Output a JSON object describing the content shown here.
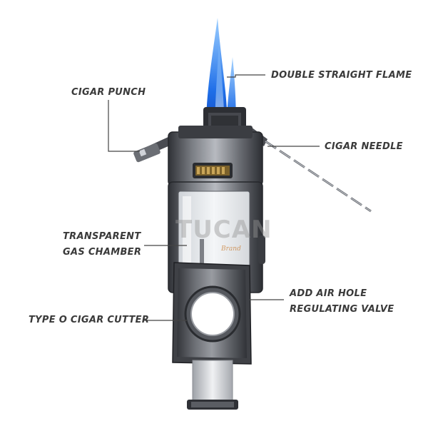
{
  "colors": {
    "metal_dark": "#3b3d42",
    "metal_mid": "#6f7278",
    "metal_light": "#c9ccd1",
    "flame_blue": "#1f6fe8",
    "flame_light": "#8ec7ff",
    "text": "#3a3a3a",
    "leader_line": "#444444"
  },
  "callouts": {
    "double_flame": "DOUBLE STRAIGHT FLAME",
    "cigar_punch": "CIGAR PUNCH",
    "cigar_needle": "CIGAR NEEDLE",
    "gas_chamber_line1": "TRANSPARENT",
    "gas_chamber_line2": "GAS CHAMBER",
    "air_valve_line1": "ADD AIR HOLE",
    "air_valve_line2": "REGULATING VALVE",
    "cutter": "TYPE O CIGAR CUTTER"
  },
  "watermark": {
    "brand": "TUCAN",
    "sub": "Brand"
  }
}
